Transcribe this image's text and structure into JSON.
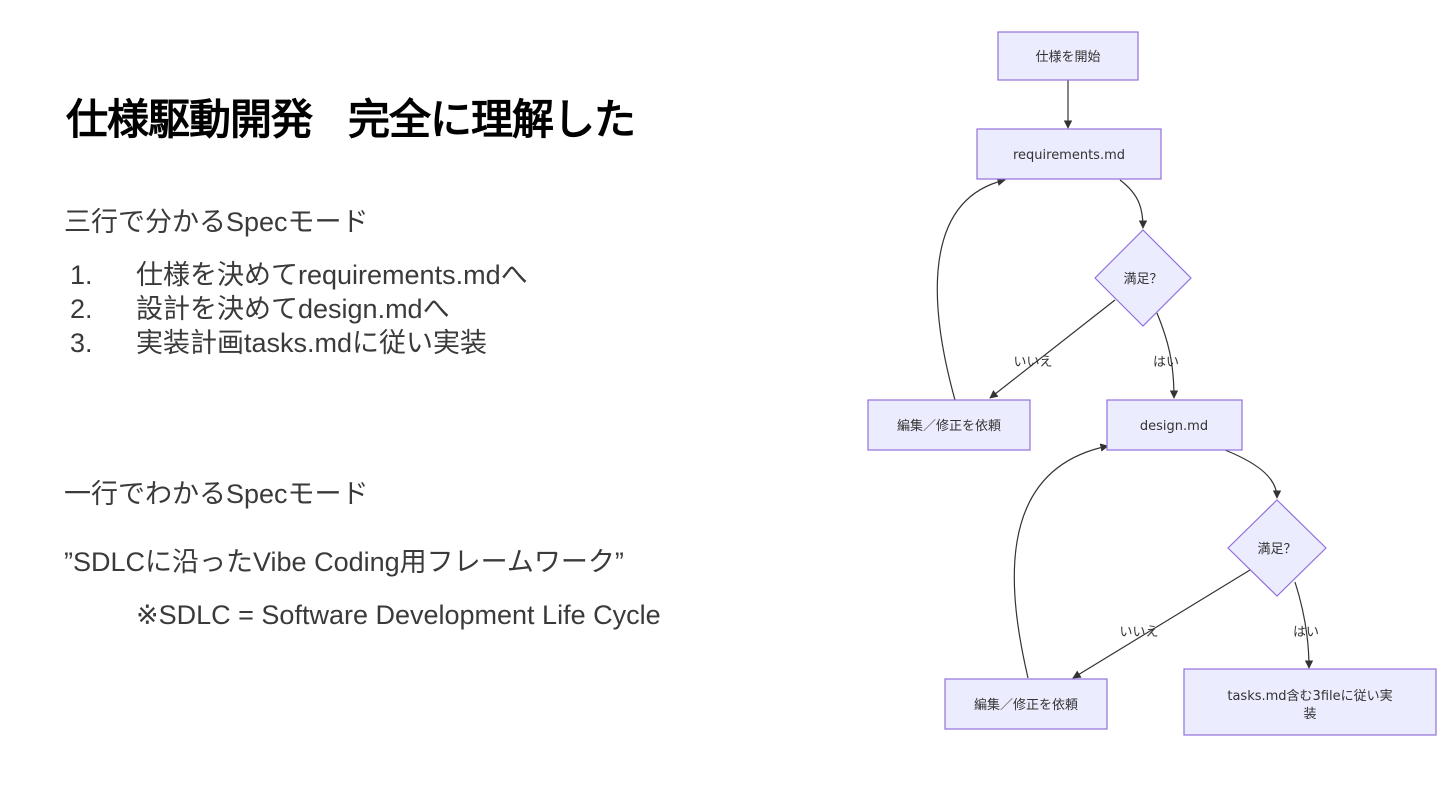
{
  "title": {
    "part1": "仕様駆動開発",
    "part2": "完全に理解した"
  },
  "three_line": {
    "heading": "三行で分かるSpecモード",
    "items": [
      {
        "num": "1.",
        "text": "仕様を決めてrequirements.mdへ"
      },
      {
        "num": "2.",
        "text": "設計を決めてdesign.mdへ"
      },
      {
        "num": "3.",
        "text": "実装計画tasks.mdに従い実装"
      }
    ]
  },
  "one_line": {
    "heading": "一行でわかるSpecモード",
    "quote": "”SDLCに沿ったVibe Coding用フレームワーク”",
    "note": "※SDLC = Software Development Life Cycle"
  },
  "flowchart": {
    "nodes": {
      "start": "仕様を開始",
      "requirements": "requirements.md",
      "decision1": "満足？",
      "edit1": "編集／修正を依頼",
      "design": "design.md",
      "decision2": "満足？",
      "edit2": "編集／修正を依頼",
      "tasks_line1": "tasks.md含む3fileに従い実",
      "tasks_line2": "装"
    },
    "edge_labels": {
      "d1_no": "いいえ",
      "d1_yes": "はい",
      "d2_no": "いいえ",
      "d2_yes": "はい"
    },
    "colors": {
      "node_fill": "#ececff",
      "node_stroke": "#9370db",
      "edge": "#333333"
    }
  }
}
